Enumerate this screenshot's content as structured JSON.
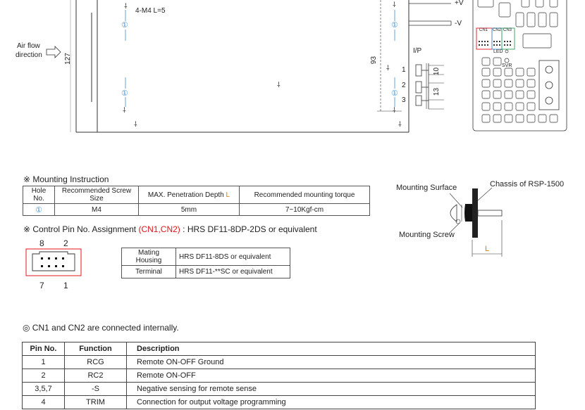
{
  "drawing": {
    "mount_label": "4-M4 L=5",
    "air_flow_line1": "Air flow",
    "air_flow_line2": "direction",
    "dim_127": "127",
    "dim_93": "93",
    "dim_10": "10",
    "dim_13": "13",
    "plus_v": "+V",
    "minus_v": "-V",
    "ip_label": "I/P",
    "pin1": "1",
    "pin2": "2",
    "pin3": "3",
    "hole_mark": "①",
    "cn1": "CN1",
    "cn2": "CN2",
    "cn3": "CN3",
    "led": "LED",
    "svr": "SVR"
  },
  "mounting": {
    "title": "※ Mounting Instruction",
    "headers": [
      "Hole No.",
      "Recommended Screw Size",
      "MAX. Penetration Depth ",
      "L",
      "Recommended mounting torque"
    ],
    "row": {
      "hole": "①",
      "screw": "M4",
      "depth": "5mm",
      "torque": "7~10Kgf-cm"
    }
  },
  "chassis": {
    "mounting_surface": "Mounting Surface",
    "chassis_label": "Chassis of RSP-1500",
    "mounting_screw": "Mounting Screw",
    "l_label": "L"
  },
  "control_pin": {
    "title_a": "※ Control Pin No. Assignment ",
    "title_b": "(CN1,CN2)",
    "title_c": " : HRS DF11-8DP-2DS or equivalent",
    "pin8": "8",
    "pin2": "2",
    "pin7": "7",
    "pin1": "1"
  },
  "mating": {
    "rows": [
      {
        "label": "Mating Housing",
        "value": "HRS DF11-8DS or equivalent"
      },
      {
        "label": "Terminal",
        "value": "HRS DF11-**SC or equivalent"
      }
    ]
  },
  "cn_note": "◎ CN1 and CN2 are connected internally.",
  "pin_table": {
    "headers": [
      "Pin No.",
      "Function",
      "Description"
    ],
    "rows": [
      {
        "pin": "1",
        "func": "RCG",
        "desc": "Remote ON-OFF Ground"
      },
      {
        "pin": "2",
        "func": "RC2",
        "desc": "Remote ON-OFF"
      },
      {
        "pin": "3,5,7",
        "func": "-S",
        "desc": "Negative sensing for remote sense"
      },
      {
        "pin": "4",
        "func": "TRIM",
        "desc": "Connection for output voltage programming"
      }
    ]
  },
  "colors": {
    "red": "#e0141b",
    "orange": "#e07b00",
    "blue": "#3b8fd1",
    "green": "#2aa15a"
  }
}
